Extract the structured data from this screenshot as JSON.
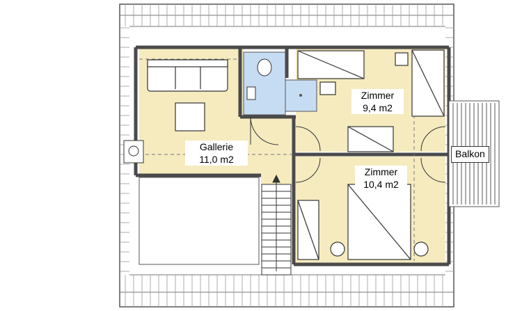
{
  "rooms": {
    "gallerie": {
      "name": "Gallerie",
      "area": "11,0 m2"
    },
    "zimmer1": {
      "name": "Zimmer",
      "area": "9,4 m2"
    },
    "zimmer2": {
      "name": "Zimmer",
      "area": "10,4 m2"
    },
    "balkon": {
      "name": "Balkon"
    }
  },
  "colors": {
    "floor": "#f5ebbf",
    "bath": "#c6dcf2",
    "wall": "#4a4a4a",
    "line": "#333333"
  }
}
